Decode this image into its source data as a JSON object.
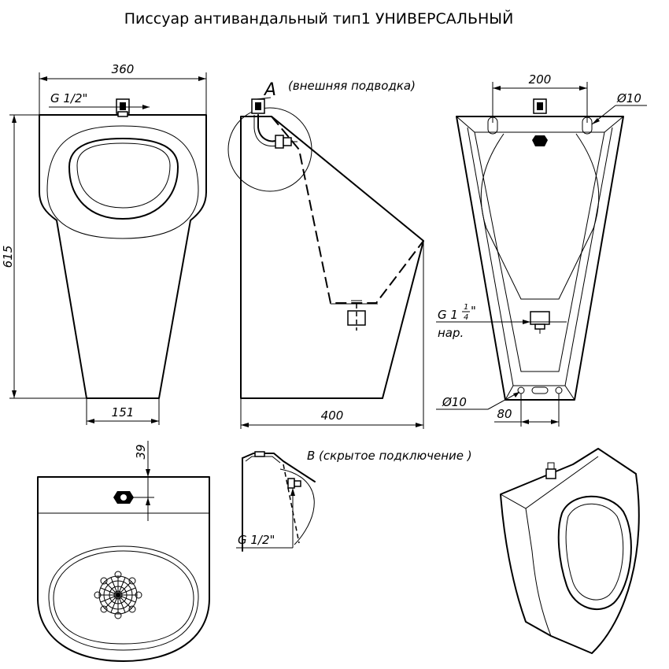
{
  "title": "Писсуар антивандальный тип1 УНИВЕРСАЛЬНЫЙ",
  "front_view": {
    "width_label": "360",
    "height_label": "615",
    "bottom_label": "151",
    "pipe_label": "G 1/2\""
  },
  "side_view": {
    "callout_letter": "А",
    "callout_note": "(внешняя подводка)",
    "depth_label": "400"
  },
  "back_view": {
    "top_span_label": "200",
    "hole_top_label": "Ø10",
    "outlet_label_main": "G 1",
    "outlet_label_num": "1",
    "outlet_label_den": "4",
    "outlet_label_quote": "\"",
    "outlet_label_note": "нар.",
    "hole_bottom_label": "Ø10",
    "bottom_span_label": "80"
  },
  "top_view": {
    "offset_label": "39"
  },
  "detail_b": {
    "callout": "В  (скрытое подключение )",
    "pipe_label": "G 1/2\""
  }
}
